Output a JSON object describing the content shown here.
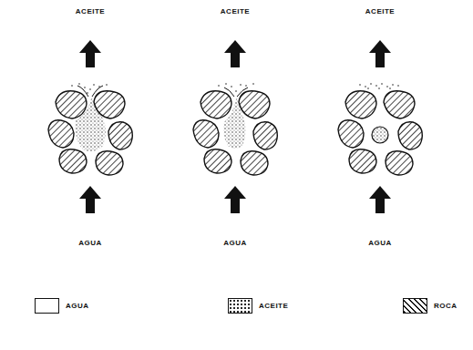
{
  "diagram": {
    "labels": [
      "ACEITE",
      "ACEITE",
      "ACEITE",
      "AGUA",
      "AGUA",
      "AGUA"
    ],
    "legend": [
      {
        "text": "AGUA",
        "color": "#ffffff"
      },
      {
        "text": "ACEITE"
      },
      {
        "text": "ROCA"
      }
    ]
  }
}
